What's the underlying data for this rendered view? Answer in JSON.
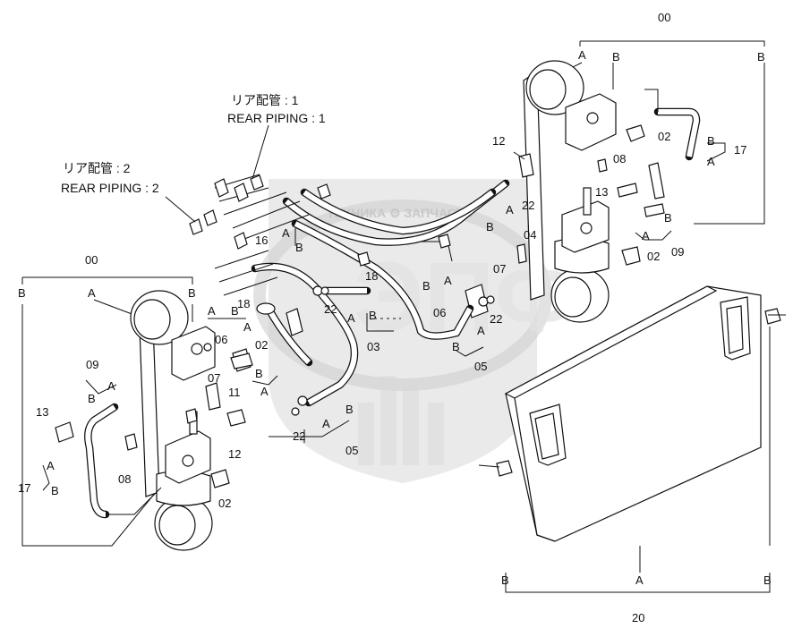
{
  "watermark": {
    "text": "ТЕХНИКА ⚙ ЗАПЧАСТИ",
    "logo_letters": "ЭПФ"
  },
  "rear_piping_1": {
    "jp": "リア配管 : 1",
    "en": "REAR PIPING : 1"
  },
  "rear_piping_2": {
    "jp": "リア配管 : 2",
    "en": "REAR PIPING : 2"
  },
  "labels": {
    "l00_top": "00",
    "l00_left": "00",
    "l02_a": "02",
    "l02_b": "02",
    "l02_c": "02",
    "l02_d": "02",
    "l03": "03",
    "l04": "04",
    "l05_a": "05",
    "l05_b": "05",
    "l06_a": "06",
    "l06_b": "06",
    "l07_a": "07",
    "l07_b": "07",
    "l08_a": "08",
    "l08_b": "08",
    "l09_a": "09",
    "l09_b": "09",
    "l11": "11",
    "l12_a": "12",
    "l12_b": "12",
    "l13_a": "13",
    "l13_b": "13",
    "l16": "16",
    "l17_a": "17",
    "l17_b": "17",
    "l18_a": "18",
    "l18_b": "18",
    "l20": "20",
    "l22_a": "22",
    "l22_b": "22",
    "l22_c": "22",
    "l22_d": "22"
  },
  "letters": {
    "a": "A",
    "b": "B"
  }
}
